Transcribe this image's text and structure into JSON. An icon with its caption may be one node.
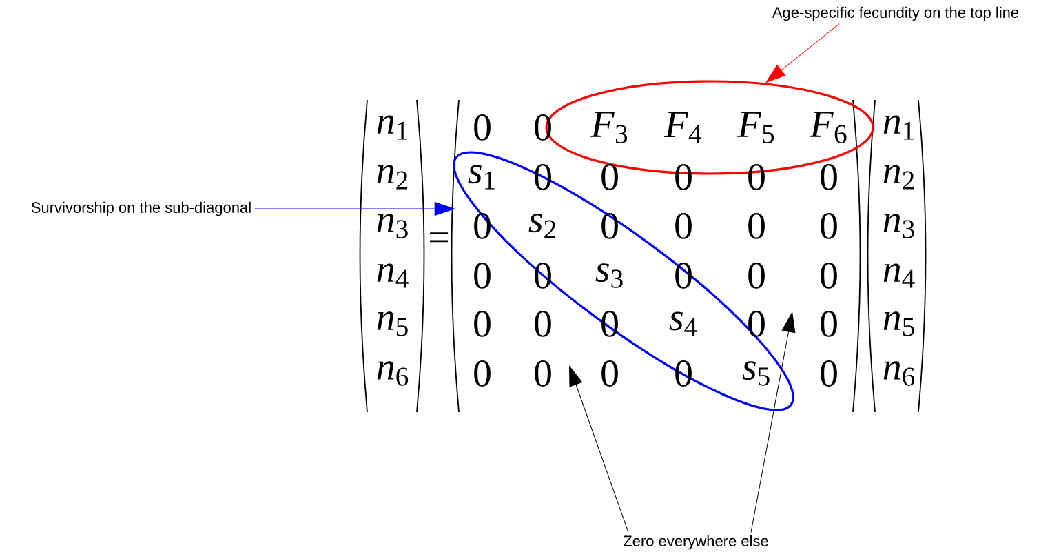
{
  "diagram": {
    "nodes": [
      {
        "text": [
          "Age-specific fecundity on the top line"
        ]
      },
      {
        "text": [],
        "shape": "ellipse"
      },
      {
        "text": [
          "Survivorship on the sub-diagonal"
        ]
      },
      {
        "text": [],
        "shape": "ellipse"
      },
      {
        "text": [
          "Zero everywhere else"
        ]
      }
    ],
    "edges": [
      {
        "from": 0,
        "to": 1,
        "arrow": "to",
        "color": "#ff0000"
      },
      {
        "from": 2,
        "to": 3,
        "arrow": "to",
        "color": "#0000ff"
      },
      {
        "from": 4,
        "to": null,
        "arrow": "to"
      },
      {
        "from": 4,
        "to": null,
        "arrow": "to"
      }
    ],
    "labels": [
      "*n*$_{1}$",
      "*n*$_{2}$",
      "*n*$_{3}$",
      "*n*$_{4}$",
      "*n*$_{5}$",
      "*n*$_{6}$",
      "=",
      "0",
      "0",
      "*F*$_{3}$",
      "*F*$_{4}$",
      "*F*$_{5}$",
      "*F*$_{6}$",
      "*s*$_{1}$",
      "0",
      "0",
      "0",
      "0",
      "0",
      "0",
      "*s*$_{2}$",
      "0",
      "0",
      "0",
      "0",
      "0",
      "0",
      "*s*$_{3}$",
      "0",
      "0",
      "0",
      "0",
      "0",
      "0",
      "*s*$_{4}$",
      "0",
      "0",
      "0",
      "0",
      "0",
      "0",
      "*s*$_{5}$",
      "0",
      "*n*$_{1}$",
      "*n*$_{2}$",
      "*n*$_{3}$",
      "*n*$_{4}$",
      "*n*$_{5}$",
      "*n*$_{6}$"
    ]
  }
}
